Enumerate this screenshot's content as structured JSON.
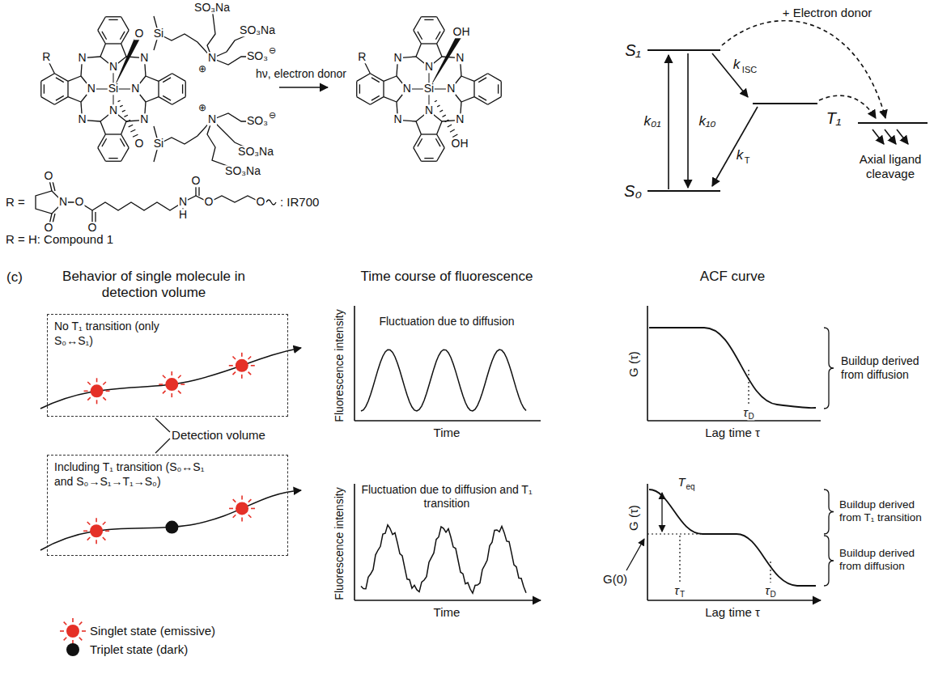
{
  "diagram": {
    "nodes": [
      {
        "text": [
          "No T₁ transition (only S₀↔S₁)"
        ]
      },
      {
        "text": [
          "Including T₁ transition (S₀↔S₁ and S₀→S₁→T₁→S₀)"
        ]
      }
    ],
    "labels": [
      "R",
      "N",
      "N",
      "N",
      "N",
      "N",
      "N",
      "N",
      "N",
      "Si",
      "O",
      "Si",
      "O",
      "Si",
      "N",
      "⊕",
      "N",
      "⊕",
      "SO₃Na",
      "SO₃Na",
      "SO₃",
      "⊖",
      "SO₃",
      "⊖",
      "SO₃Na",
      "SO₃Na",
      "hν, electron donor",
      "R",
      "N",
      "N",
      "N",
      "N",
      "N",
      "N",
      "N",
      "N",
      "Si",
      "OH",
      "OH",
      "R =",
      "O",
      "N",
      "O",
      "O",
      "O",
      "N",
      "H",
      "O",
      "O",
      "O",
      ": IR700",
      "R = H: Compound 1",
      "+ Electron donor",
      "S₁",
      "k",
      "ISC",
      "k₀₁",
      "k₁₀",
      "T₁",
      "k",
      "T",
      "S₀",
      "Axial ligand cleavage",
      "(c)",
      "Behavior of single molecule in detection volume",
      "Detection volume",
      "Time course of fluorescence",
      "Fluctuation due to diffusion",
      "Fluorescence intensity",
      "Time",
      "Fluctuation due to diffusion and T₁ transition",
      "Fluorescence intensity",
      "Time",
      "ACF curve",
      "G (τ)",
      "τ",
      "D",
      "Lag time τ",
      "Buildup derived from diffusion",
      "T",
      "eq",
      "G (τ)",
      "G(0)",
      "τ",
      "T",
      "τ",
      "D",
      "Buildup derived from T₁ transition",
      "Buildup derived from diffusion",
      "Lag time τ"
    ],
    "legend": [
      {
        "text": "Singlet state (emissive)",
        "color": "#e53027"
      },
      {
        "text": "Triplet state (dark)",
        "color": "#111111"
      }
    ]
  }
}
